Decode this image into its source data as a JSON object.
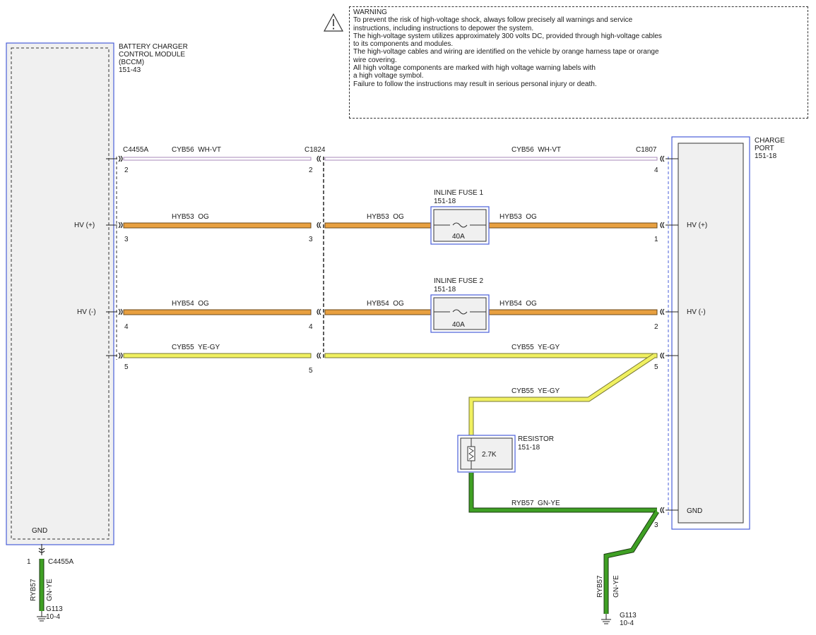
{
  "warning": {
    "title": "WARNING",
    "lines": [
      "To prevent the risk of high-voltage shock, always follow precisely all warnings and service",
      "instructions, including instructions to depower the system.",
      "The high-voltage system utilizes approximately 300 volts DC, provided through high-voltage cables",
      "to its components and modules.",
      "The high-voltage cables and wiring are identified on the vehicle by orange harness tape or orange",
      "wire covering.",
      "All high voltage components are marked with high voltage warning labels with",
      "a high voltage symbol.",
      "Failure to follow the instructions may result in serious personal injury or death."
    ],
    "icon": "warning-triangle-icon"
  },
  "bccm": {
    "name_lines": [
      "BATTERY CHARGER",
      "CONTROL MODULE",
      "(BCCM)",
      "151-43"
    ],
    "gnd_label": "GND",
    "hv_plus": "HV (+)",
    "hv_minus": "HV (-)"
  },
  "charge_port": {
    "name_lines": [
      "CHARGE",
      "PORT",
      "151-18"
    ],
    "hv_plus": "HV (+)",
    "hv_minus": "HV (-)",
    "gnd_label": "GND"
  },
  "connectors": {
    "left": "C4455A",
    "mid": "C1824",
    "right": "C1807",
    "ground_left": "C4455A"
  },
  "pins": {
    "left": [
      "2",
      "3",
      "4",
      "5"
    ],
    "mid": [
      "2",
      "3",
      "4",
      "5"
    ],
    "right": [
      "4",
      "1",
      "2",
      "5",
      "3"
    ],
    "ground_left": "1"
  },
  "wires": {
    "w1_left": "CYB56  WH-VT",
    "w1_right": "CYB56  WH-VT",
    "w2_left": "HYB53  OG",
    "w2_mid": "HYB53  OG",
    "w2_right": "HYB53  OG",
    "w3_left": "HYB54  OG",
    "w3_mid": "HYB54  OG",
    "w3_right": "HYB54  OG",
    "w4_left": "CYB55  YE-GY",
    "w4_right": "CYB55  YE-GY",
    "w5": "CYB55  YE-GY",
    "w6": "RYB57  GN-YE",
    "gnd_left_circuit": "RYB57",
    "gnd_left_color": "GN-YE",
    "gnd_right_circuit": "RYB57",
    "gnd_right_color": "GN-YE"
  },
  "fuse1": {
    "title": "INLINE FUSE 1",
    "ref": "151-18",
    "rating": "40A"
  },
  "fuse2": {
    "title": "INLINE FUSE 2",
    "ref": "151-18",
    "rating": "40A"
  },
  "resistor": {
    "title": "RESISTOR",
    "ref": "151-18",
    "value": "2.7K"
  },
  "grounds": {
    "left": {
      "name": "G113",
      "ref": "10-4"
    },
    "right": {
      "name": "G113",
      "ref": "10-4"
    }
  },
  "colors": {
    "orange": "#e8a040",
    "yellow": "#f0f060",
    "green": "#2e8b1e",
    "violet_white": "#d8b8e0",
    "module_border": "#4a5fd8",
    "module_fill": "#f0f0f0"
  }
}
